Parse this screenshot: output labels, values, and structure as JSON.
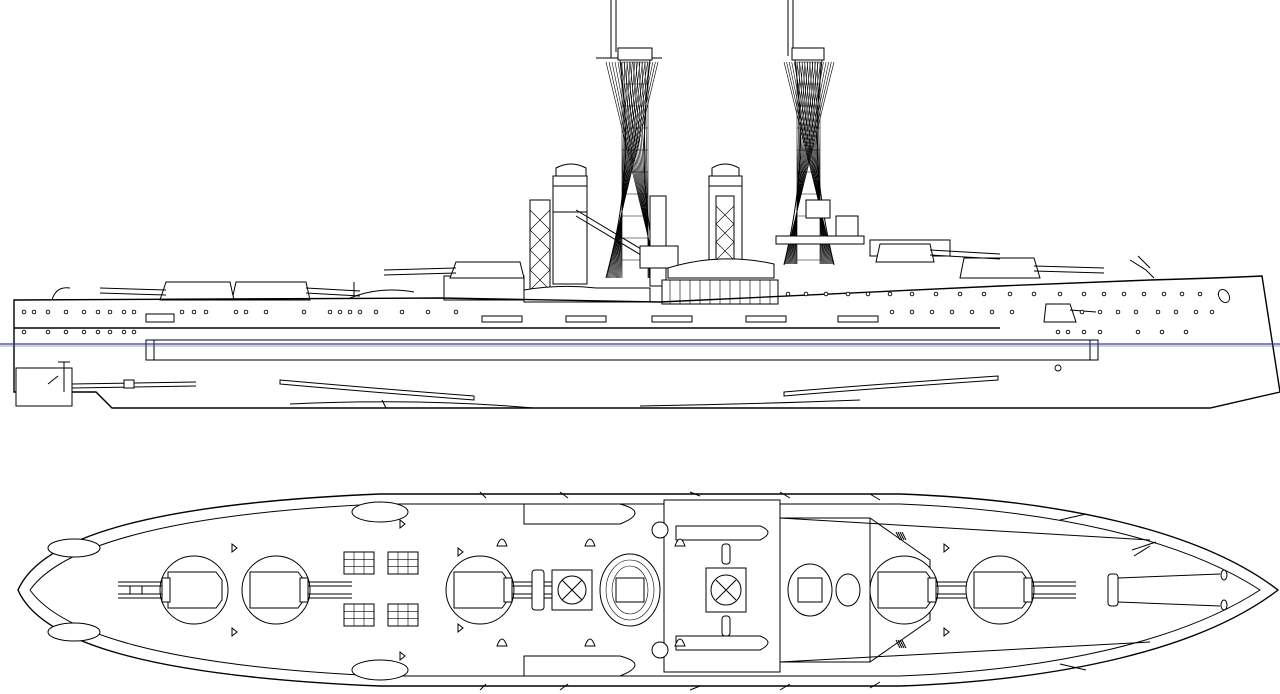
{
  "drawing": {
    "kind": "warship-line-drawing",
    "views": [
      "profile",
      "plan"
    ],
    "colors": {
      "line": "#000000",
      "background": "#ffffff",
      "waterline": "#3a3aa0"
    }
  }
}
